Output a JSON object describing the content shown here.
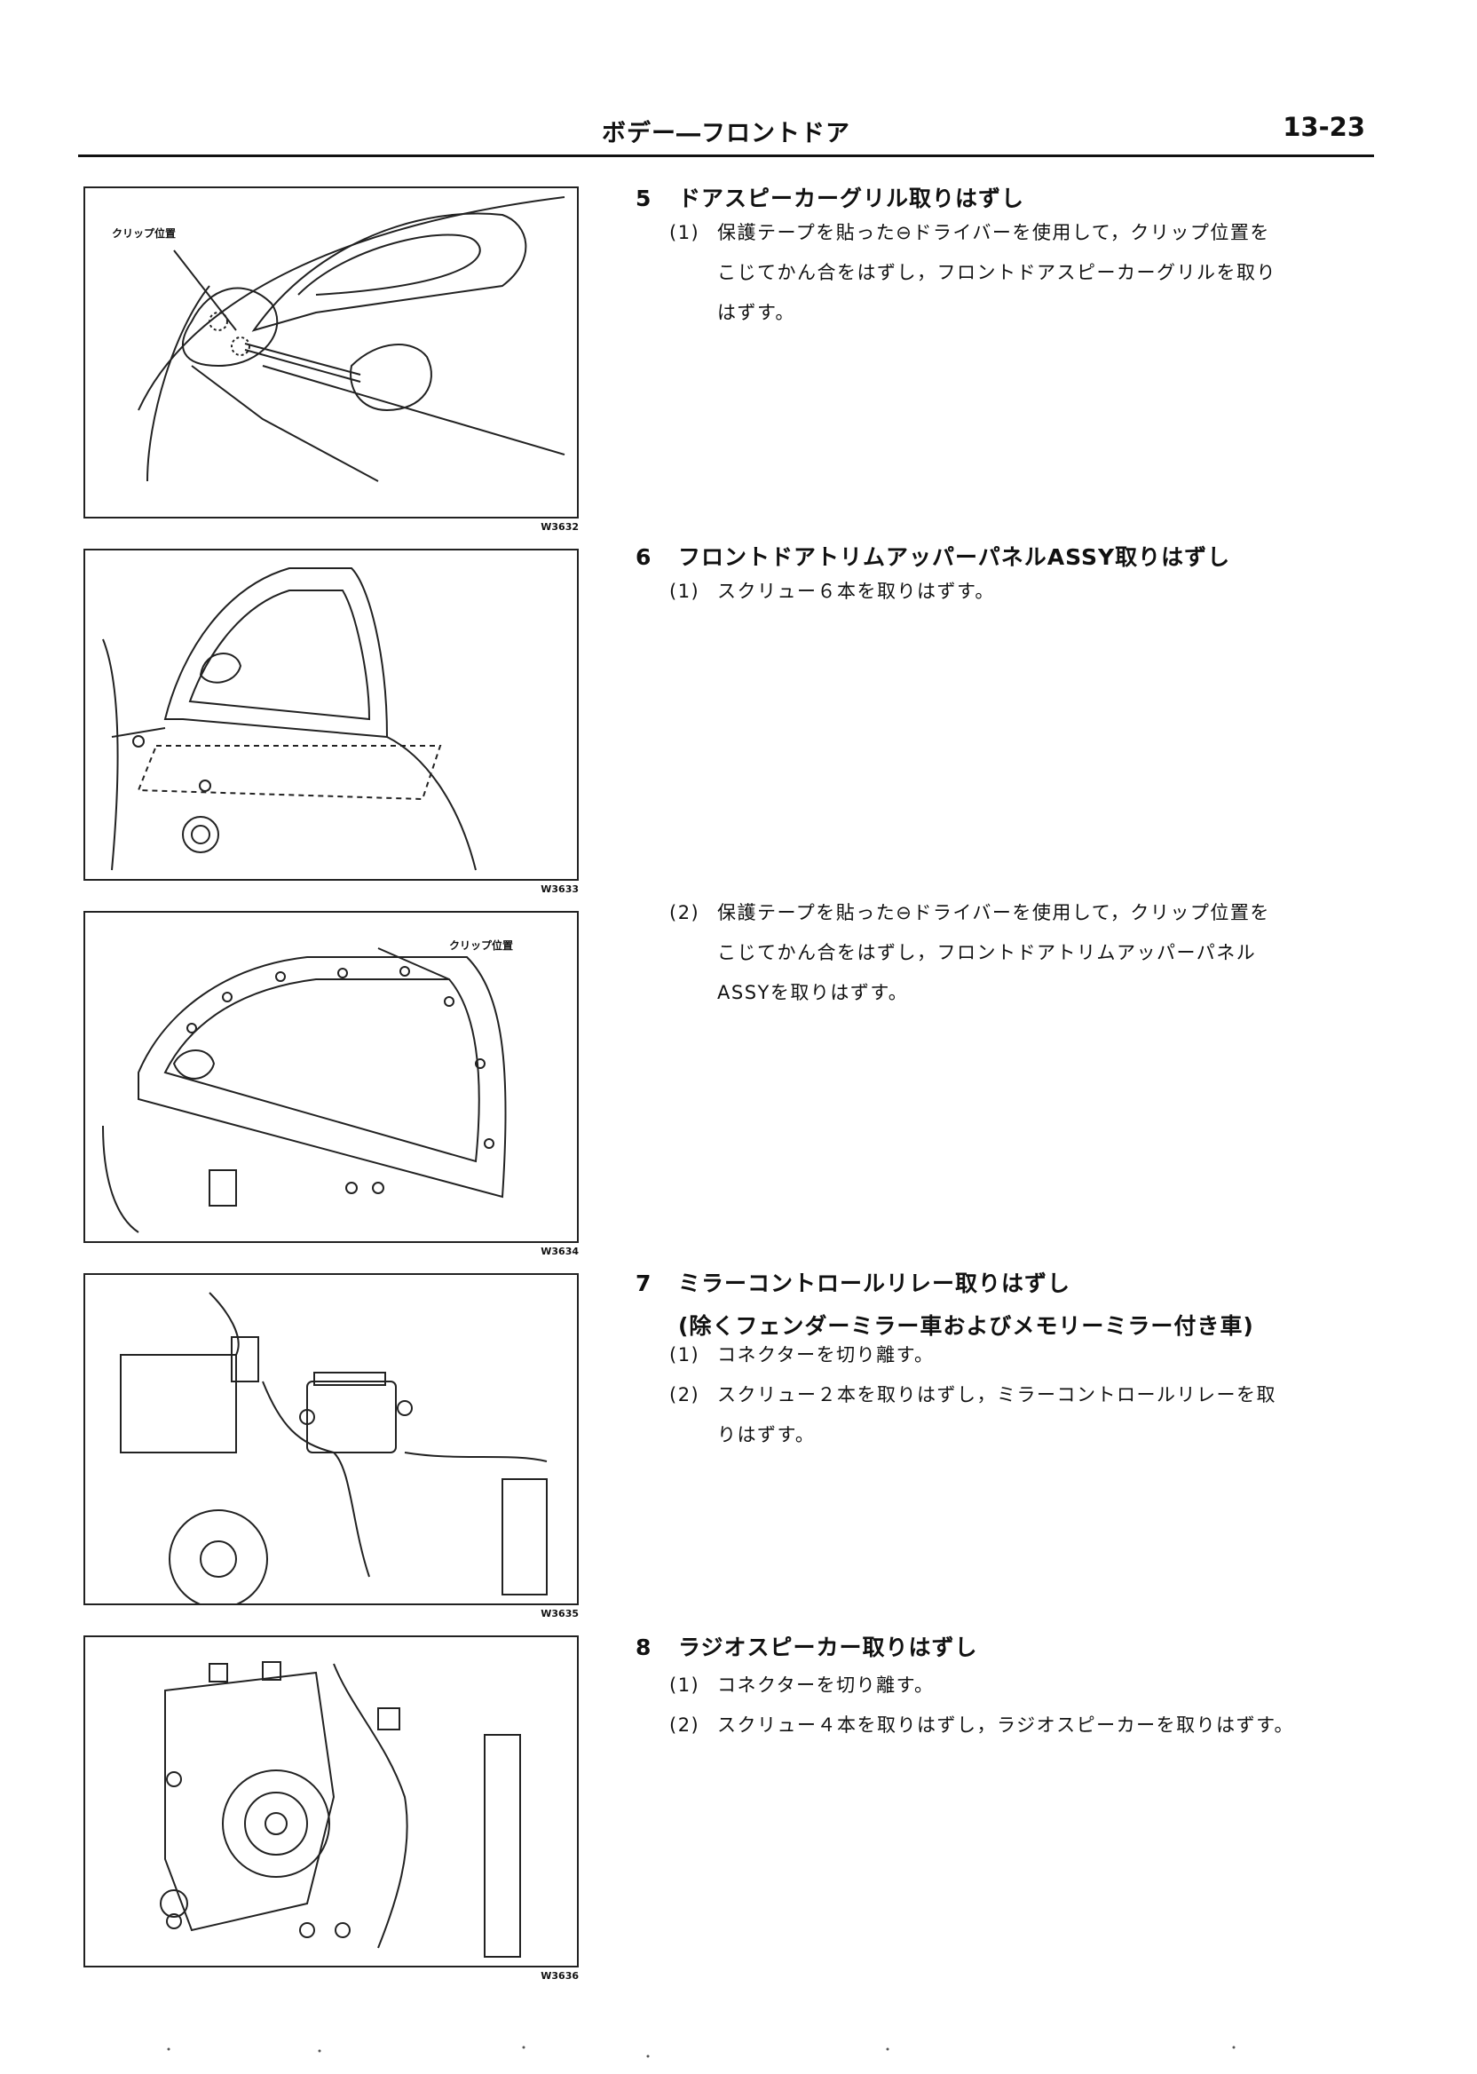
{
  "header": {
    "title": "ボデー―フロントドア",
    "page": "13-23"
  },
  "figures": [
    {
      "code": "W3632",
      "callout": "クリップ位置"
    },
    {
      "code": "W3633"
    },
    {
      "code": "W3634",
      "callout": "クリップ位置"
    },
    {
      "code": "W3635"
    },
    {
      "code": "W3636"
    }
  ],
  "steps": [
    {
      "num": "5",
      "title": "ドアスピーカーグリル取りはずし",
      "items": [
        {
          "mark": "(1)",
          "lines": [
            "保護テープを貼った⊖ドライバーを使用して，クリップ位置を",
            "こじてかん合をはずし，フロントドアスピーカーグリルを取り",
            "はずす。"
          ]
        }
      ]
    },
    {
      "num": "6",
      "title": "フロントドアトリムアッパーパネルASSY取りはずし",
      "items": [
        {
          "mark": "(1)",
          "lines": [
            "スクリュー６本を取りはずす。"
          ]
        },
        {
          "mark": "(2)",
          "lines": [
            "保護テープを貼った⊖ドライバーを使用して，クリップ位置を",
            "こじてかん合をはずし，フロントドアトリムアッパーパネル",
            "ASSYを取りはずす。"
          ]
        }
      ]
    },
    {
      "num": "7",
      "title": "ミラーコントロールリレー取りはずし",
      "subtitle": "(除くフェンダーミラー車およびメモリーミラー付き車)",
      "items": [
        {
          "mark": "(1)",
          "lines": [
            "コネクターを切り離す。"
          ]
        },
        {
          "mark": "(2)",
          "lines": [
            "スクリュー２本を取りはずし，ミラーコントロールリレーを取",
            "りはずす。"
          ]
        }
      ]
    },
    {
      "num": "8",
      "title": "ラジオスピーカー取りはずし",
      "items": [
        {
          "mark": "(1)",
          "lines": [
            "コネクターを切り離す。"
          ]
        },
        {
          "mark": "(2)",
          "lines": [
            "スクリュー４本を取りはずし，ラジオスピーカーを取りはずす。"
          ]
        }
      ]
    }
  ]
}
